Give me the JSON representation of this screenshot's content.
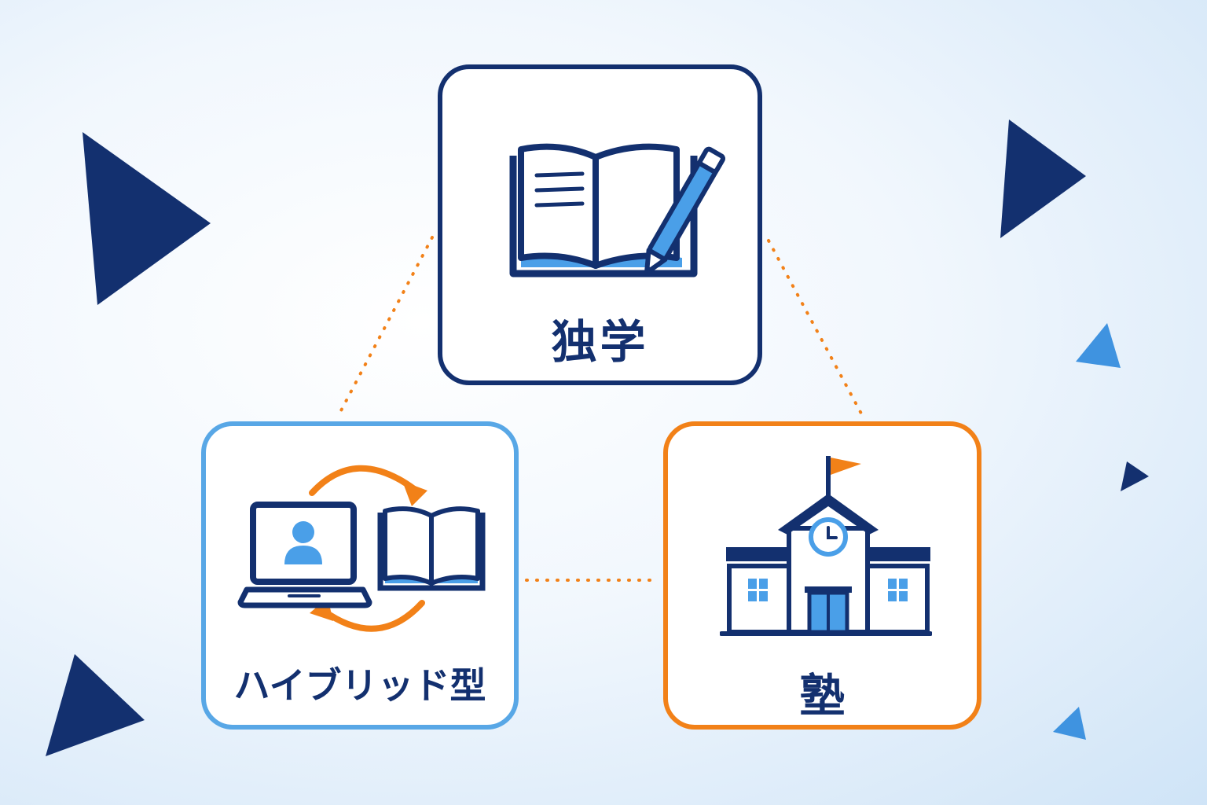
{
  "nodes": {
    "self_study": {
      "label": "独学",
      "icon": "book-pencil-icon"
    },
    "hybrid": {
      "label": "ハイブリッド型",
      "icon": "laptop-book-cycle-icon"
    },
    "cram_school": {
      "label": "塾",
      "icon": "school-building-icon"
    }
  },
  "colors": {
    "navy": "#13306f",
    "light_blue": "#58a7e6",
    "orange": "#f28118",
    "background": "#eef5fc"
  },
  "connectors": {
    "style": "dotted",
    "color": "#f28118"
  }
}
